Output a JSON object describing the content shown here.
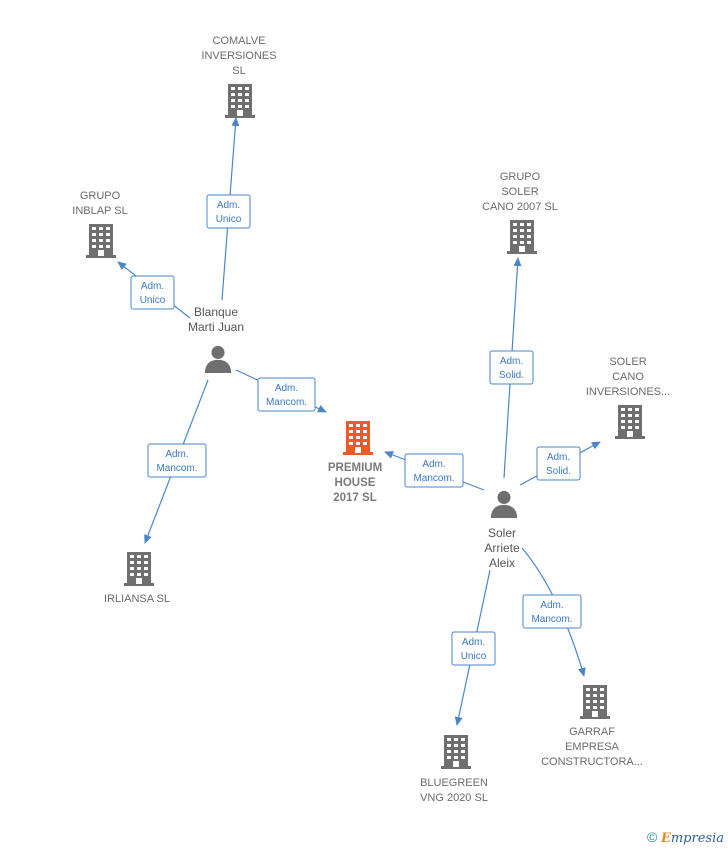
{
  "colors": {
    "company": "#6f6f6f",
    "center_company": "#f15a24",
    "person": "#6f6f6f",
    "edge": "#4a86c8"
  },
  "nodes": {
    "comalve": {
      "lines": [
        "COMALVE",
        "INVERSIONES",
        "SL"
      ],
      "icon": "building-icon"
    },
    "grupo_inblap": {
      "lines": [
        "GRUPO",
        "INBLAP SL"
      ],
      "icon": "building-icon"
    },
    "grupo_soler": {
      "lines": [
        "GRUPO",
        "SOLER",
        "CANO 2007 SL"
      ],
      "icon": "building-icon"
    },
    "soler_cano": {
      "lines": [
        "SOLER",
        "CANO",
        "INVERSIONES..."
      ],
      "icon": "building-icon"
    },
    "premium_house": {
      "lines": [
        "PREMIUM",
        "HOUSE",
        "2017 SL"
      ],
      "icon": "building-icon"
    },
    "irliansa": {
      "lines": [
        "IRLIANSA SL"
      ],
      "icon": "building-icon"
    },
    "bluegreen": {
      "lines": [
        "BLUEGREEN",
        "VNG 2020 SL"
      ],
      "icon": "building-icon"
    },
    "garraf": {
      "lines": [
        "GARRAF",
        "EMPRESA",
        "CONSTRUCTORA..."
      ],
      "icon": "building-icon"
    },
    "blanque": {
      "lines": [
        "Blanque",
        "Marti Juan"
      ],
      "icon": "person-icon"
    },
    "soler_arriete": {
      "lines": [
        "Soler",
        "Arriete",
        "Aleix"
      ],
      "icon": "person-icon"
    }
  },
  "edges": [
    {
      "id": "blanque-comalve",
      "lines": [
        "Adm.",
        "Unico"
      ]
    },
    {
      "id": "blanque-inblap",
      "lines": [
        "Adm.",
        "Unico"
      ]
    },
    {
      "id": "blanque-premium",
      "lines": [
        "Adm.",
        "Mancom."
      ]
    },
    {
      "id": "blanque-irliansa",
      "lines": [
        "Adm.",
        "Mancom."
      ]
    },
    {
      "id": "soler-grupo",
      "lines": [
        "Adm.",
        "Solid."
      ]
    },
    {
      "id": "soler-solercano",
      "lines": [
        "Adm.",
        "Solid."
      ]
    },
    {
      "id": "soler-premium",
      "lines": [
        "Adm.",
        "Mancom."
      ]
    },
    {
      "id": "soler-bluegreen",
      "lines": [
        "Adm.",
        "Unico"
      ]
    },
    {
      "id": "soler-garraf",
      "lines": [
        "Adm.",
        "Mancom."
      ]
    }
  ],
  "footer": {
    "copyright": "©",
    "brand_first": "E",
    "brand_rest": "mpresia"
  }
}
